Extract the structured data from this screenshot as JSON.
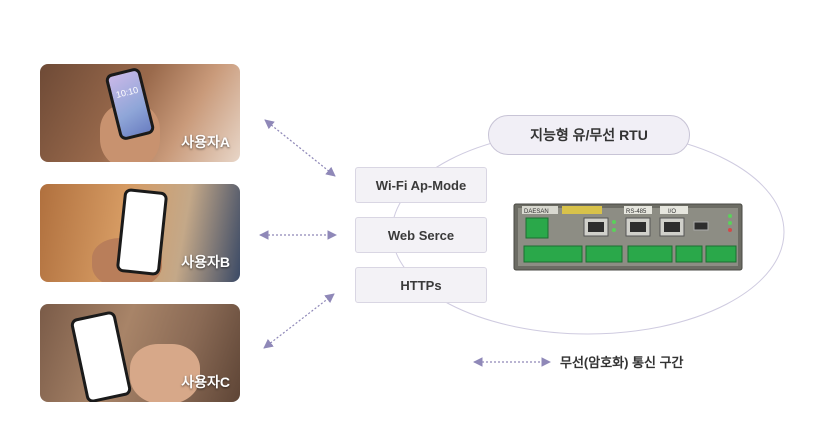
{
  "users": [
    {
      "label": "사용자A",
      "phone_time": "10:10"
    },
    {
      "label": "사용자B"
    },
    {
      "label": "사용자C"
    }
  ],
  "protocols": [
    "Wi-Fi Ap-Mode",
    "Web Serce",
    "HTTPs"
  ],
  "device": {
    "title": "지능형 유/무선 RTU",
    "brand": "DAESAN",
    "port_labels": [
      "RS-485",
      "I/O"
    ]
  },
  "legend": {
    "text": "무선(암호화) 통신 구간"
  },
  "colors": {
    "arrow": "#8f88b8",
    "pill_bg": "#f1eff6",
    "box_bg": "#f3f2f6",
    "led_green": "#5ad15a",
    "terminal_green": "#2aa84a"
  }
}
